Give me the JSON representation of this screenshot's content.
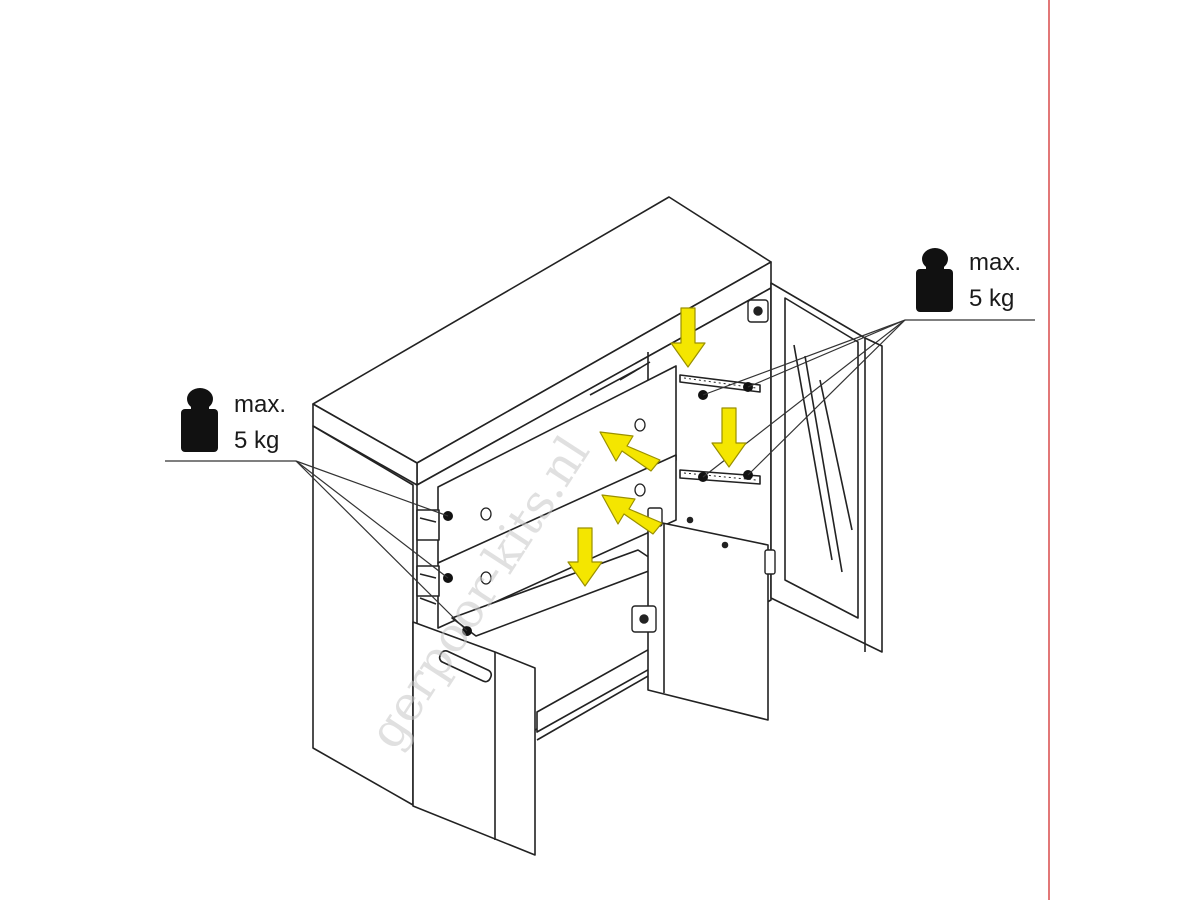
{
  "callouts": {
    "left": {
      "line1": "max.",
      "line2": "5 kg"
    },
    "right": {
      "line1": "max.",
      "line2": "5 kg"
    }
  },
  "watermark": {
    "text": "gerpoor-kits.nl"
  },
  "colors": {
    "line": "#222222",
    "arrow_fill": "#f4e600",
    "arrow_stroke": "#9a9000",
    "weight": "#111111",
    "border_right": "#d84a4a",
    "panel": "#ffffff"
  },
  "icons": [
    "weight-icon",
    "down-arrow-icon",
    "diagonal-arrow-icon",
    "hinge-icon",
    "pin-icon",
    "handle-icon"
  ]
}
